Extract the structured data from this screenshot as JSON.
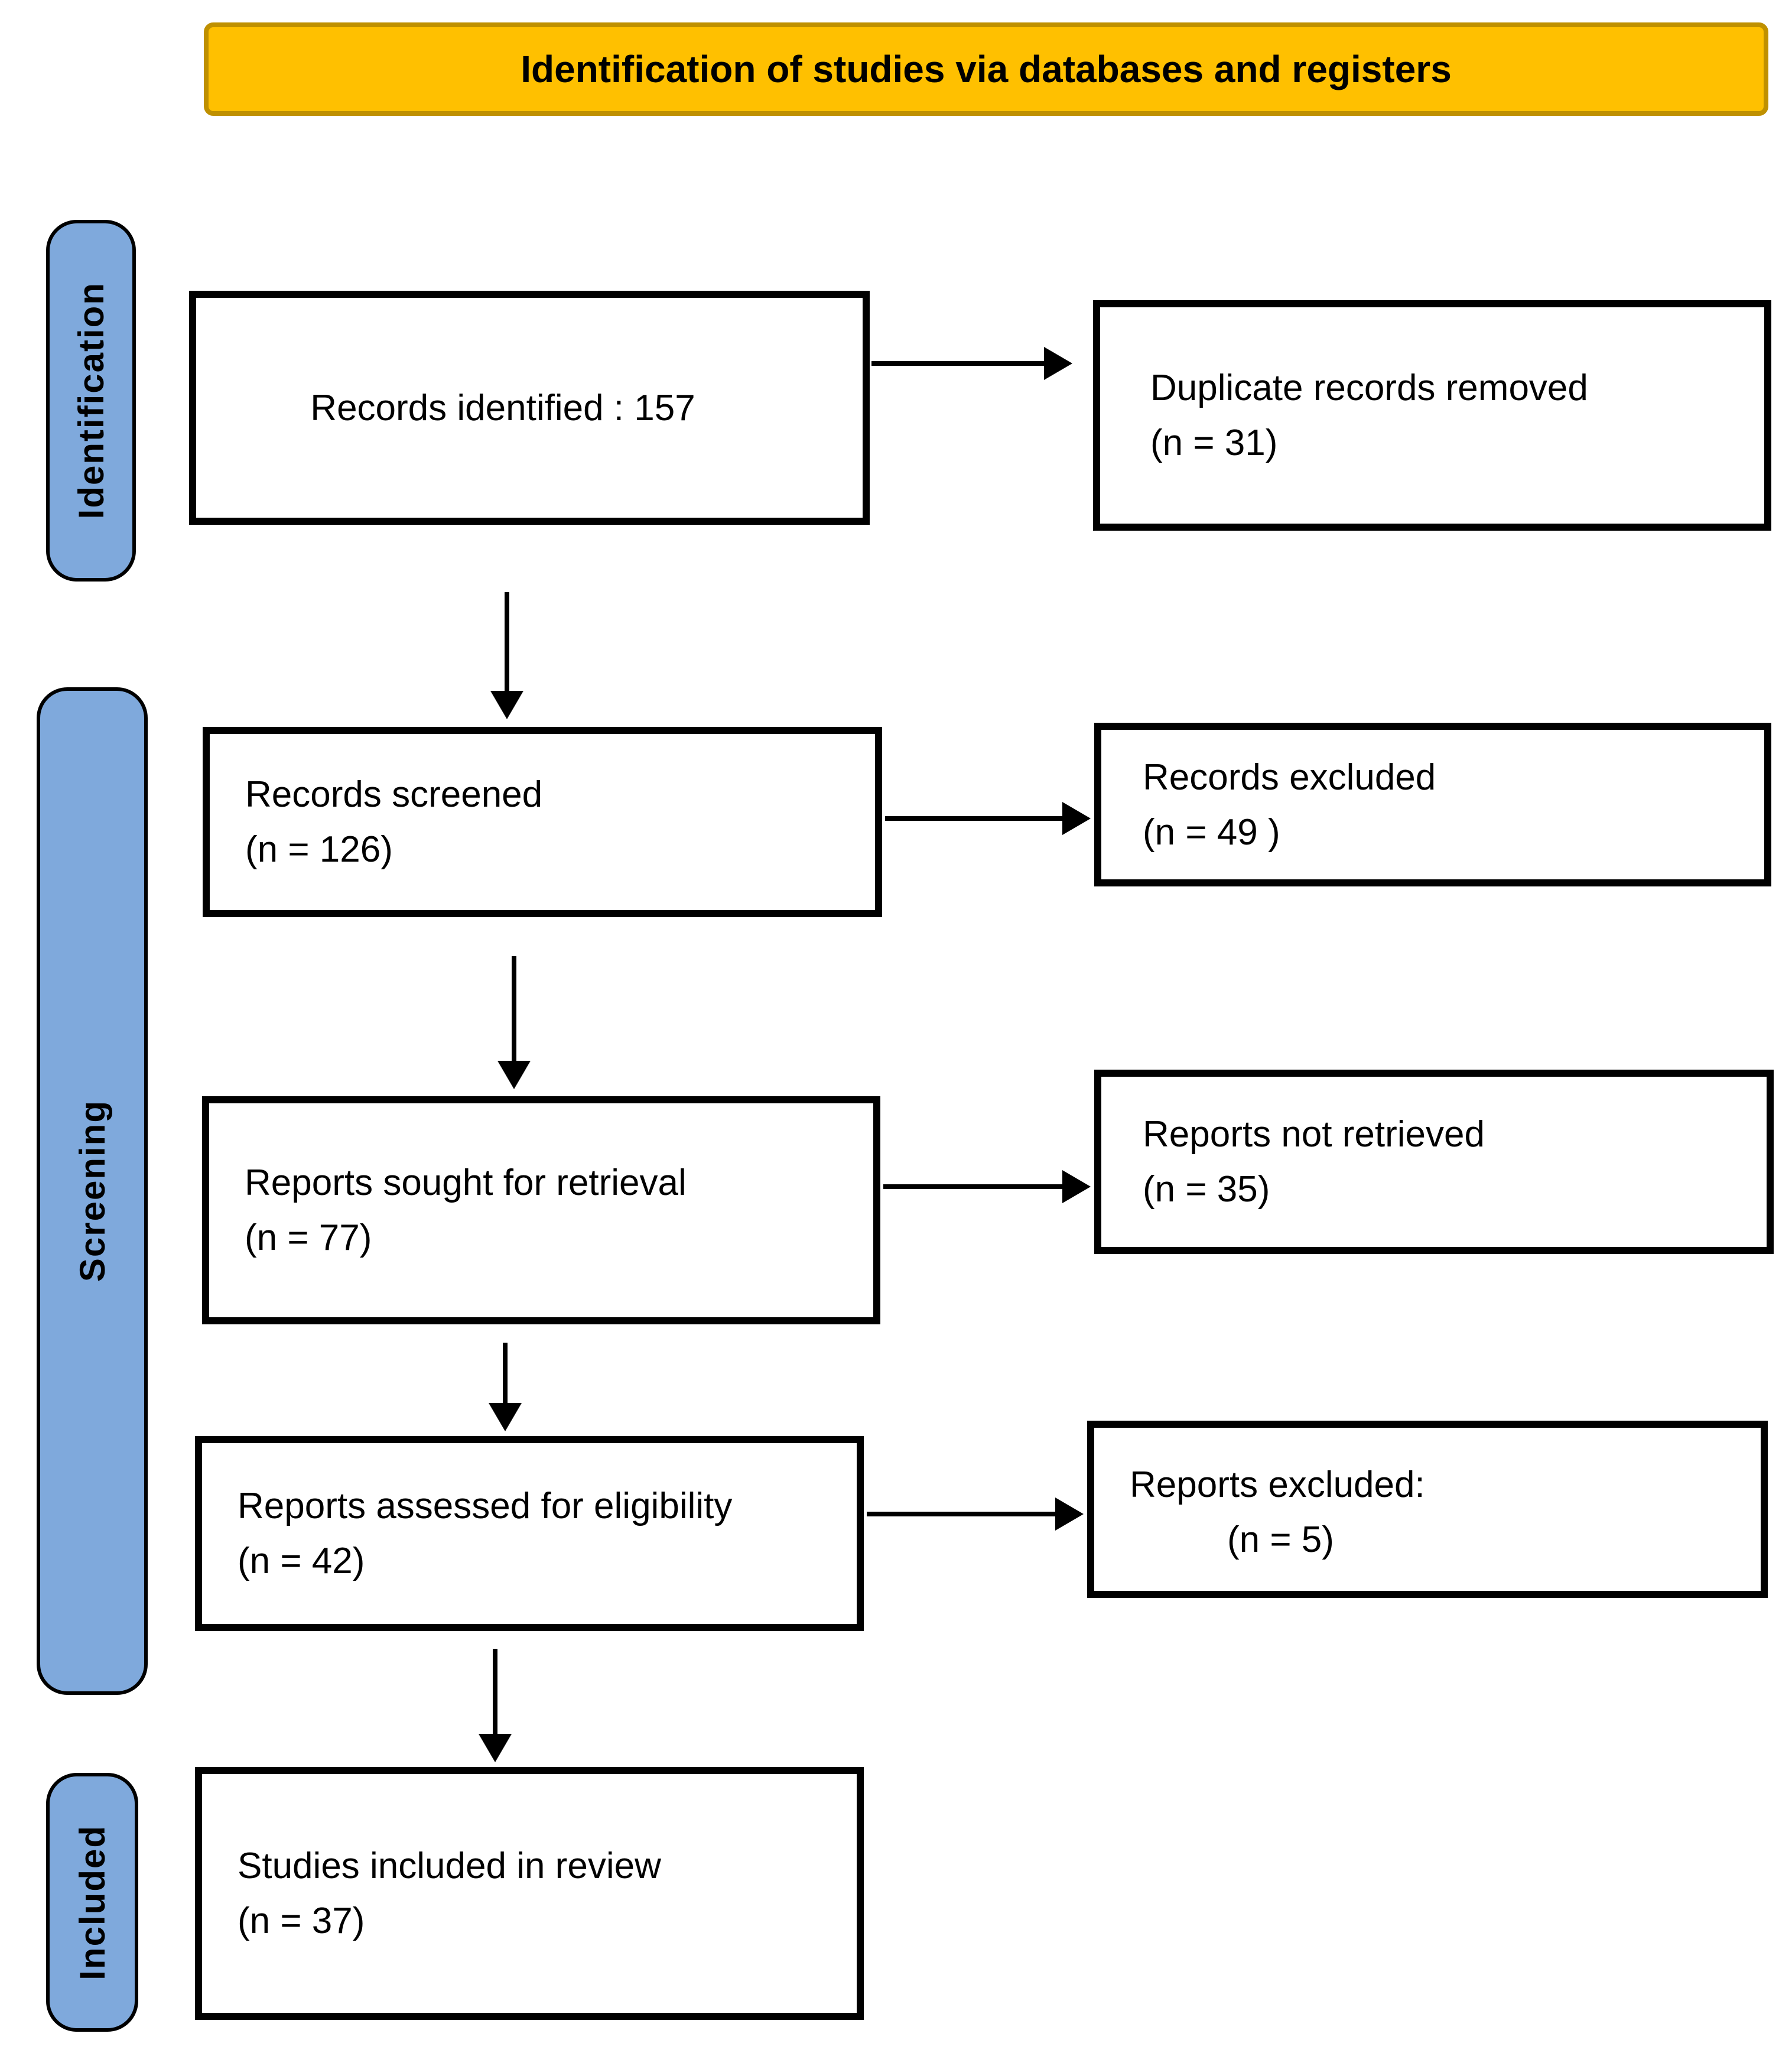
{
  "banner": {
    "title": "Identification of studies via databases and registers"
  },
  "stages": [
    {
      "id": "identification",
      "label": "Identification"
    },
    {
      "id": "screening",
      "label": "Screening"
    },
    {
      "id": "included",
      "label": "Included"
    }
  ],
  "boxes": [
    {
      "id": "records-identified",
      "lines": [
        "Records identified : 157",
        ""
      ]
    },
    {
      "id": "duplicates-removed",
      "lines": [
        "Duplicate records removed",
        "(n = 31)"
      ]
    },
    {
      "id": "records-screened",
      "lines": [
        "Records screened",
        "(n = 126)"
      ]
    },
    {
      "id": "records-excluded",
      "lines": [
        "Records excluded",
        "(n = 49 )"
      ]
    },
    {
      "id": "reports-sought",
      "lines": [
        "Reports sought for retrieval",
        "(n = 77)"
      ]
    },
    {
      "id": "reports-not-retrieved",
      "lines": [
        "Reports not retrieved",
        "(n = 35)"
      ]
    },
    {
      "id": "reports-assessed",
      "lines": [
        "Reports assessed for eligibility",
        "(n = 42)"
      ]
    },
    {
      "id": "reports-excluded",
      "lines": [
        "Reports excluded:",
        "(n = 5)"
      ]
    },
    {
      "id": "studies-included",
      "lines": [
        "Studies included in review",
        "(n = 37)"
      ]
    }
  ],
  "colors": {
    "banner_bg": "#FFC000",
    "banner_border": "#BF9000",
    "stage_bg": "#7FA9DC",
    "box_border": "#000000",
    "arrow": "#000000"
  }
}
